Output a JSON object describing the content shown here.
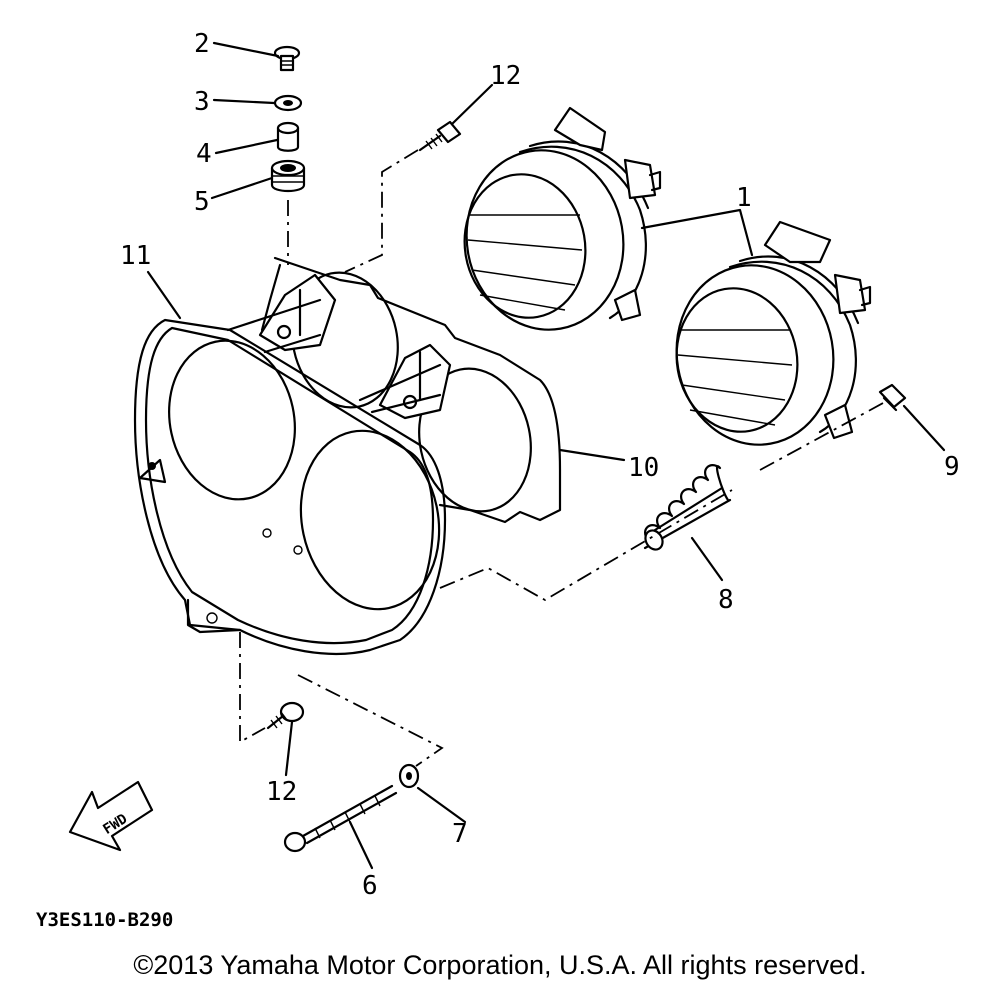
{
  "diagram": {
    "parts": [
      {
        "number": "1"
      },
      {
        "number": "2"
      },
      {
        "number": "3"
      },
      {
        "number": "4"
      },
      {
        "number": "5"
      },
      {
        "number": "6"
      },
      {
        "number": "7"
      },
      {
        "number": "8"
      },
      {
        "number": "9"
      },
      {
        "number": "10"
      },
      {
        "number": "11"
      },
      {
        "number": "12"
      },
      {
        "number": "12"
      }
    ],
    "fwd_arrow_text": "FWD",
    "diagram_code": "Y3ES110-B290"
  },
  "footer": {
    "copyright": "©2013 Yamaha Motor Corporation, U.S.A. All rights reserved."
  }
}
